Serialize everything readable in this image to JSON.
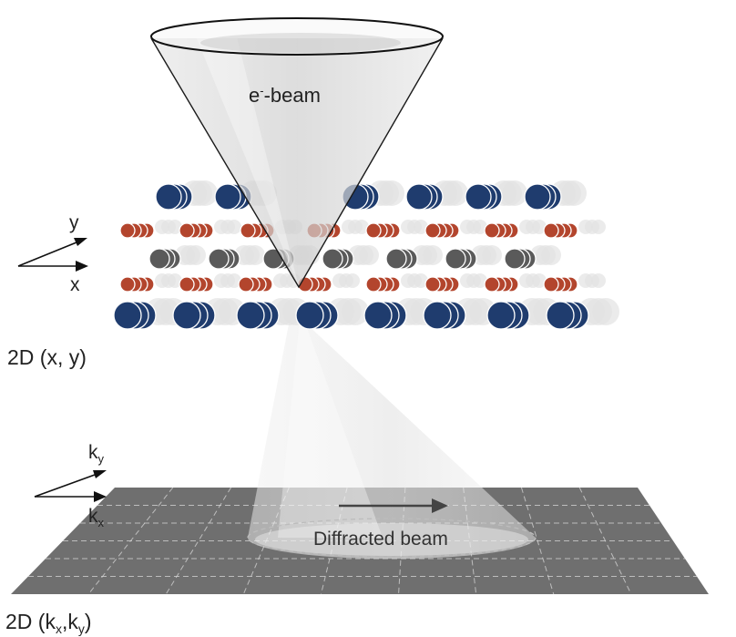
{
  "labels": {
    "beam_base": "e",
    "beam_sup": "-",
    "beam_rest": "-beam",
    "real_axis_y": "y",
    "real_axis_x": "x",
    "real_space_caption": "2D (x, y)",
    "recip_axis_y_base": "k",
    "recip_axis_y_sub": "y",
    "recip_axis_x_base": "k",
    "recip_axis_x_sub": "x",
    "recip_caption_prefix": "2D (k",
    "recip_caption_sub1": "x",
    "recip_caption_mid": ",k",
    "recip_caption_sub2": "y",
    "recip_caption_suffix": ")",
    "diffracted_beam": "Diffracted beam"
  },
  "colors": {
    "large_atom": "#1f3c6e",
    "small_atom": "#b3452d",
    "medium_atom": "#5a5a5a",
    "atom_shadow": "#e2e2e2",
    "beam_cone": "#d9d9d9",
    "detector_plane": "#6f6f6f",
    "detector_grid": "#d8d8d8",
    "arrow": "#444444"
  }
}
